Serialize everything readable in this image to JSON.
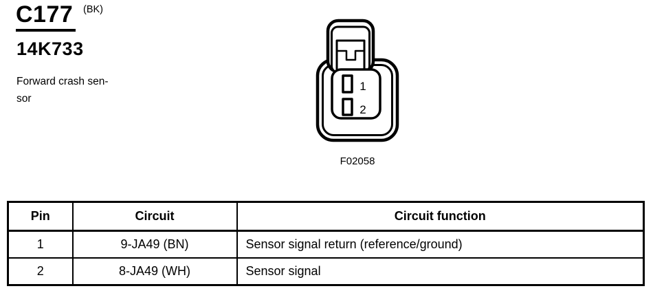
{
  "page": {
    "connector_id": "C177",
    "connector_suffix": "(BK)",
    "part_number": "14K733",
    "description": "Forward crash sen-\nsor"
  },
  "figure": {
    "caption": "F02058",
    "pins": [
      "1",
      "2"
    ]
  },
  "table": {
    "headers": [
      "Pin",
      "Circuit",
      "Circuit function"
    ],
    "rows": [
      [
        "1",
        "9-JA49 (BN)",
        "Sensor signal return (reference/ground)"
      ],
      [
        "2",
        "8-JA49 (WH)",
        "Sensor signal"
      ]
    ]
  },
  "colors": {
    "ink": "#000000",
    "paper": "#ffffff"
  }
}
